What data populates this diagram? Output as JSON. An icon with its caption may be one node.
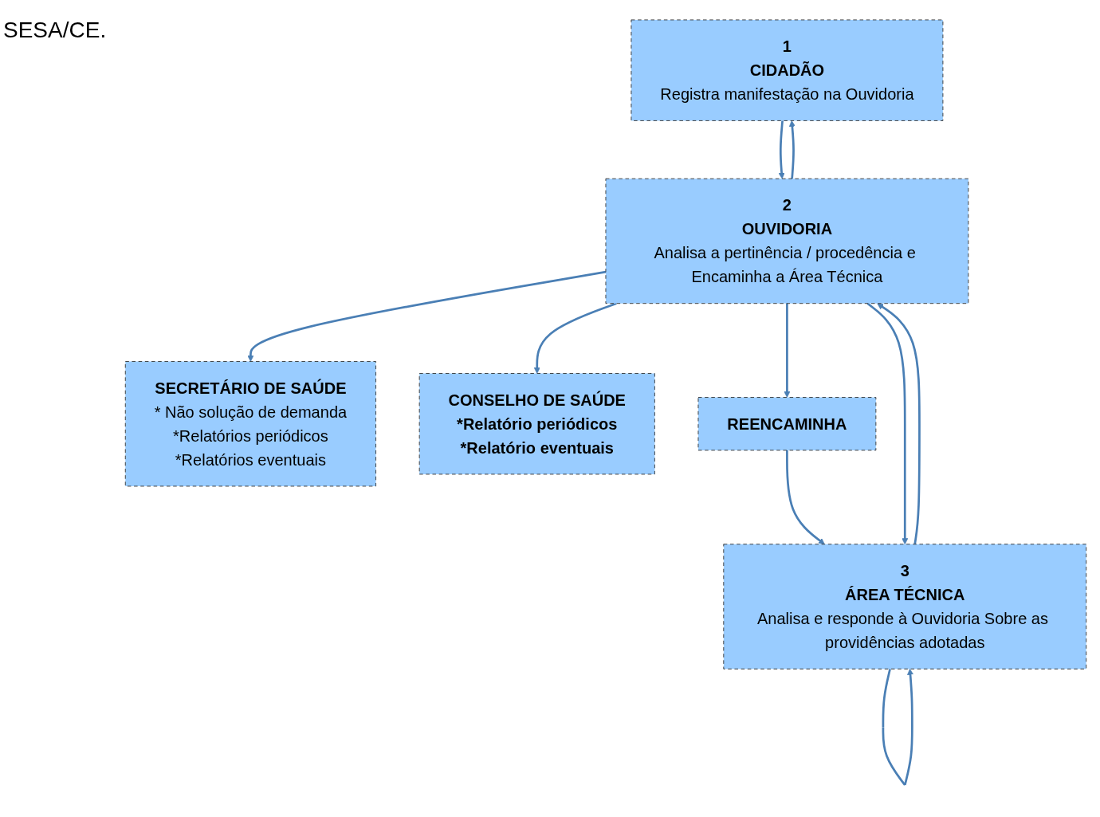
{
  "diagram": {
    "nodes": [
      {
        "text": [
          "1",
          "CIDADÃO",
          "Registra manifestação na Ouvidoria"
        ]
      },
      {
        "text": [
          "SECRETÁRIO DE SAÚDE",
          "* Não solução de demanda",
          "*Relatórios periódicos",
          "*Relatórios eventuais"
        ]
      },
      {
        "text": [
          "2",
          "OUVIDORIA",
          "Analisa a pertinência / procedência e Encaminha a Área Técnica"
        ]
      },
      {
        "text": [
          "CONSELHO DE SAÚDE",
          "*Relatório periódicos",
          "*Relatório eventuais"
        ]
      },
      {
        "text": [
          "REENCAMINHA"
        ]
      },
      {
        "text": [
          "3",
          "ÁREA TÉCNICA",
          "Analisa e responde à Ouvidoria Sobre as providências adotadas"
        ]
      }
    ],
    "edges": [
      {
        "from": 0,
        "to": 2,
        "arrow": "to"
      },
      {
        "from": 2,
        "to": 0,
        "arrow": "to"
      },
      {
        "from": 2,
        "to": 1,
        "arrow": "to"
      },
      {
        "from": 2,
        "to": 3,
        "arrow": "to"
      },
      {
        "from": 2,
        "to": 4,
        "arrow": "to"
      },
      {
        "from": 4,
        "to": 5,
        "arrow": "to"
      },
      {
        "from": 2,
        "to": 5,
        "arrow": "to"
      },
      {
        "from": 5,
        "to": 2,
        "arrow": "to"
      },
      {
        "from": 5,
        "to": 5,
        "arrow": "to"
      }
    ],
    "labels": [
      "SESA/CE."
    ]
  }
}
